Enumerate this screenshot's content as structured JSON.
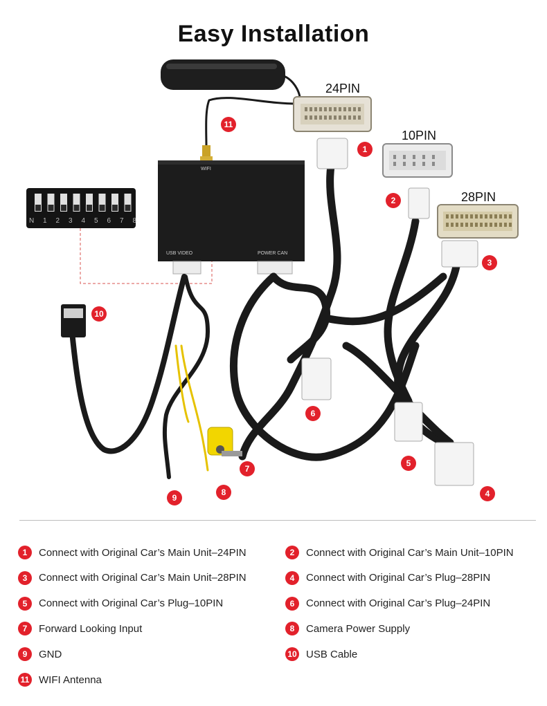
{
  "title": "Easy Installation",
  "connectors": {
    "pin24": "24PIN",
    "pin10": "10PIN",
    "pin28": "28PIN"
  },
  "module": {
    "wifi_label": "WIFI",
    "usb_video_label": "USB VIDEO",
    "power_can_label": "POWER CAN",
    "dip_numbers": [
      "1",
      "2",
      "3",
      "4",
      "5",
      "6",
      "7",
      "8"
    ],
    "dip_on_label": "N"
  },
  "diagram_badges": [
    "1",
    "2",
    "3",
    "4",
    "5",
    "6",
    "7",
    "8",
    "9",
    "10",
    "11"
  ],
  "legend": [
    {
      "num": "1",
      "text": "Connect with Original Car’s Main Unit–24PIN"
    },
    {
      "num": "2",
      "text": "Connect with Original Car’s Main Unit–10PIN"
    },
    {
      "num": "3",
      "text": "Connect with Original Car’s Main Unit–28PIN"
    },
    {
      "num": "4",
      "text": "Connect with Original Car’s Plug–28PIN"
    },
    {
      "num": "5",
      "text": "Connect with Original Car’s Plug–10PIN"
    },
    {
      "num": "6",
      "text": "Connect with Original Car’s Plug–24PIN"
    },
    {
      "num": "7",
      "text": "Forward Looking Input"
    },
    {
      "num": "8",
      "text": "Camera Power Supply"
    },
    {
      "num": "9",
      "text": "GND"
    },
    {
      "num": "10",
      "text": "USB Cable"
    },
    {
      "num": "11",
      "text": "WIFI Antenna"
    }
  ],
  "colors": {
    "badge": "#e2212b",
    "cable": "#1a1a1a",
    "module": "#1c1c1c",
    "connector_white": "#f2f2f2",
    "connector_beige": "#d9cfb4",
    "dashed_line": "#d9534f"
  }
}
